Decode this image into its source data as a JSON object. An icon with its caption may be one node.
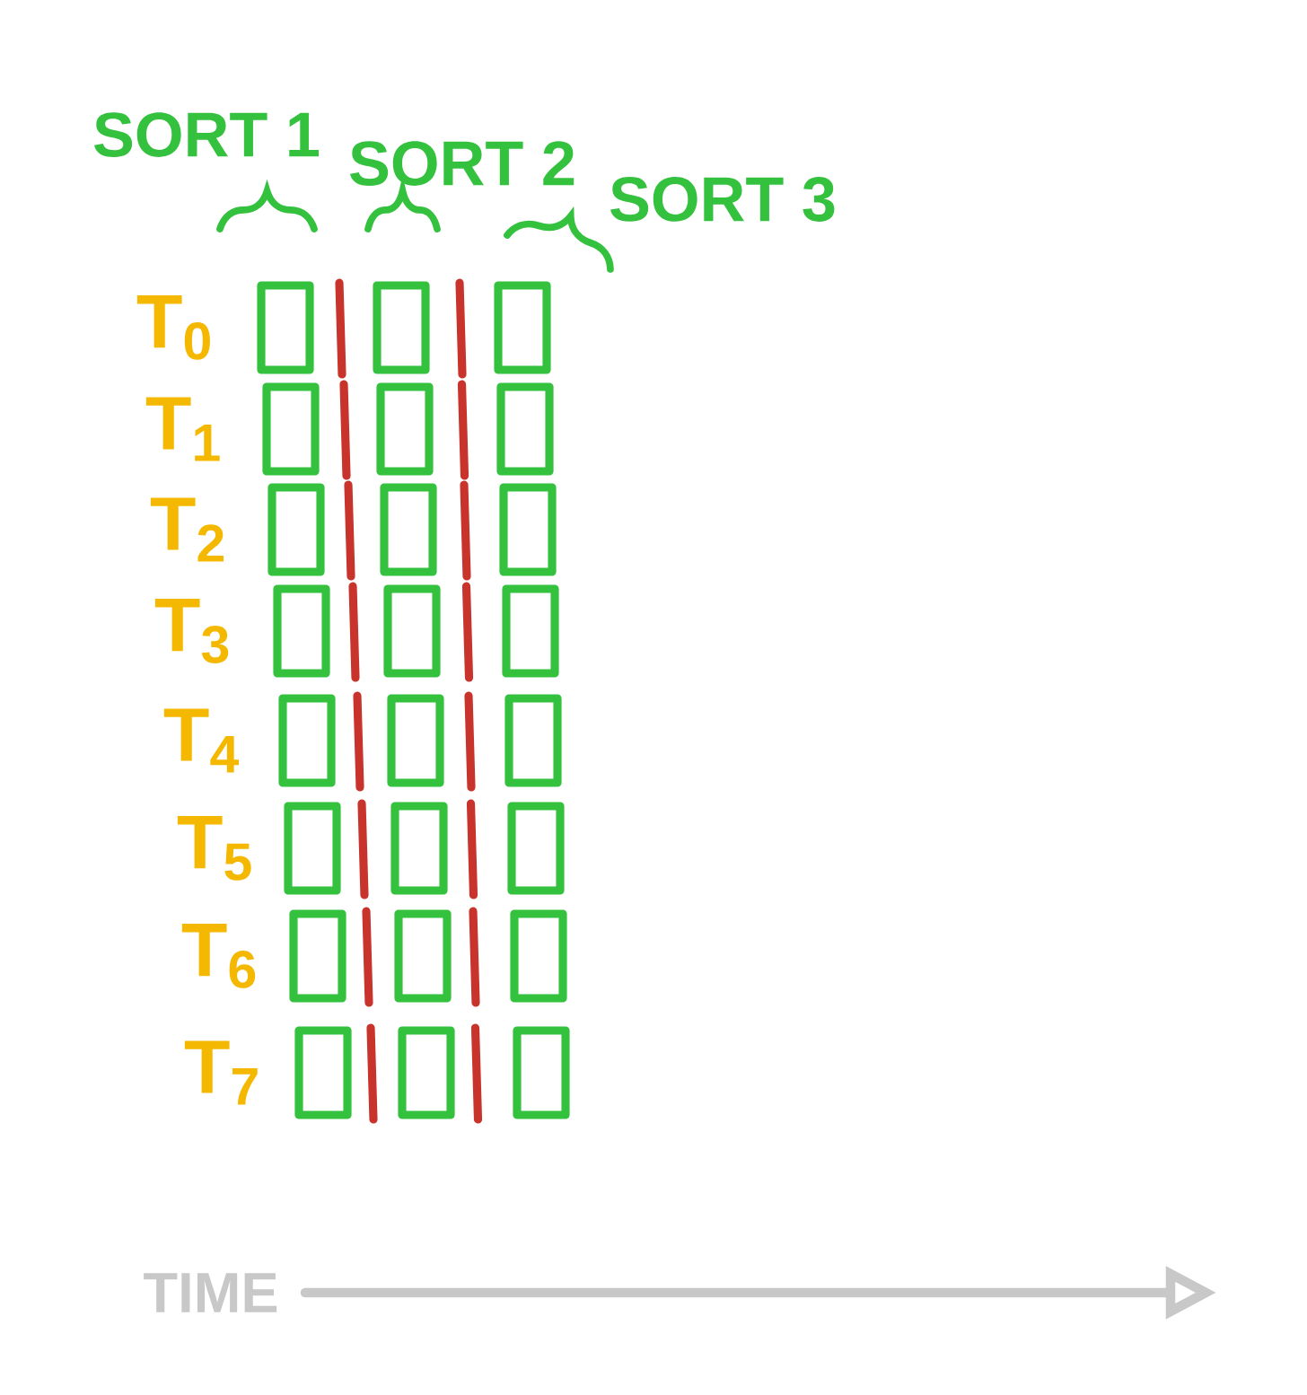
{
  "diagram": {
    "nodes": [
      {
        "text": [],
        "shape": "box"
      },
      {
        "text": [],
        "shape": "box"
      },
      {
        "text": [],
        "shape": "box"
      },
      {
        "text": [],
        "shape": "box"
      },
      {
        "text": [],
        "shape": "box"
      },
      {
        "text": [],
        "shape": "box"
      },
      {
        "text": [],
        "shape": "box"
      },
      {
        "text": [],
        "shape": "box"
      },
      {
        "text": [],
        "shape": "box"
      },
      {
        "text": [],
        "shape": "box"
      },
      {
        "text": [],
        "shape": "box"
      },
      {
        "text": [],
        "shape": "box"
      },
      {
        "text": [],
        "shape": "box"
      },
      {
        "text": [],
        "shape": "box"
      },
      {
        "text": [],
        "shape": "box"
      },
      {
        "text": [],
        "shape": "box"
      },
      {
        "text": [],
        "shape": "box"
      },
      {
        "text": [],
        "shape": "box"
      },
      {
        "text": [],
        "shape": "box"
      },
      {
        "text": [],
        "shape": "box"
      },
      {
        "text": [],
        "shape": "box"
      },
      {
        "text": [],
        "shape": "box"
      },
      {
        "text": [],
        "shape": "box"
      },
      {
        "text": [],
        "shape": "box"
      }
    ],
    "labels": [
      "SORT 1",
      "SORT 2",
      "SORT 3",
      "T$_{0}$",
      "T$_{1}$",
      "T$_{2}$",
      "T$_{3}$",
      "T$_{4}$",
      "T$_{5}$",
      "T$_{6}$",
      "T$_{7}$",
      "TIME"
    ]
  }
}
